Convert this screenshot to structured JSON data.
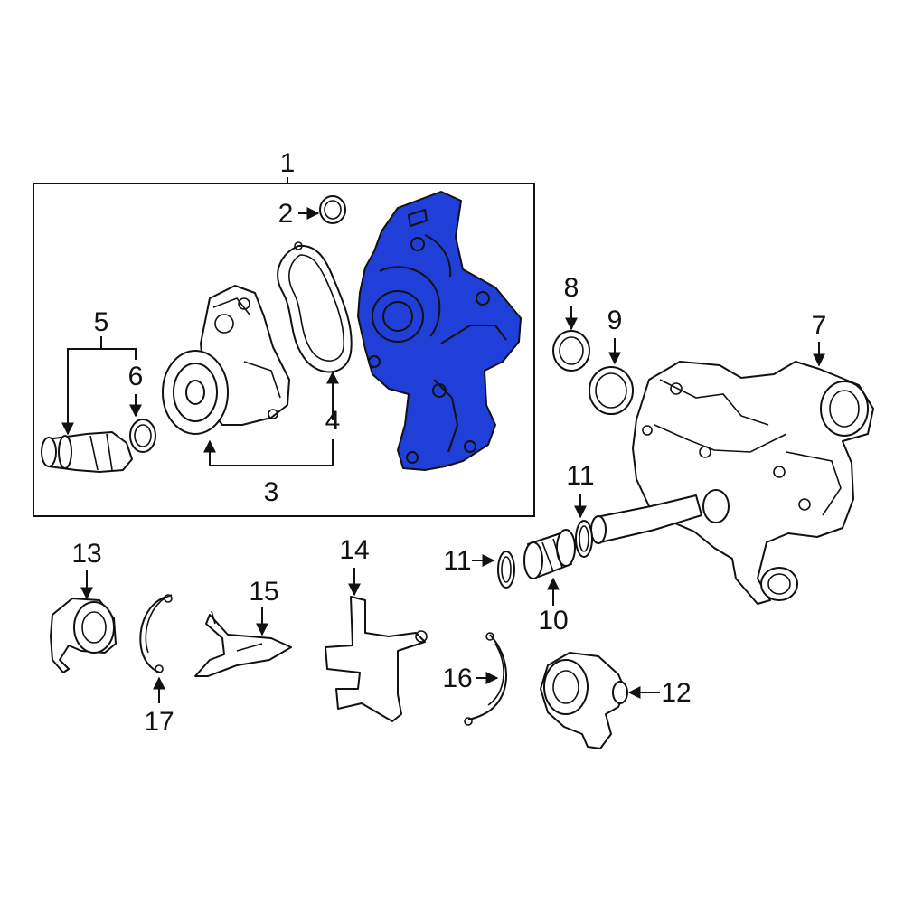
{
  "colors": {
    "highlight": "#1f3fd8",
    "line": "#111111",
    "background": "#ffffff"
  },
  "callouts": {
    "c1": "1",
    "c2": "2",
    "c3": "3",
    "c4": "4",
    "c5": "5",
    "c6": "6",
    "c7": "7",
    "c8": "8",
    "c9": "9",
    "c10": "10",
    "c11a": "11",
    "c11b": "11",
    "c12": "12",
    "c13": "13",
    "c14": "14",
    "c15": "15",
    "c16": "16",
    "c17": "17"
  },
  "highlighted_part": "4"
}
